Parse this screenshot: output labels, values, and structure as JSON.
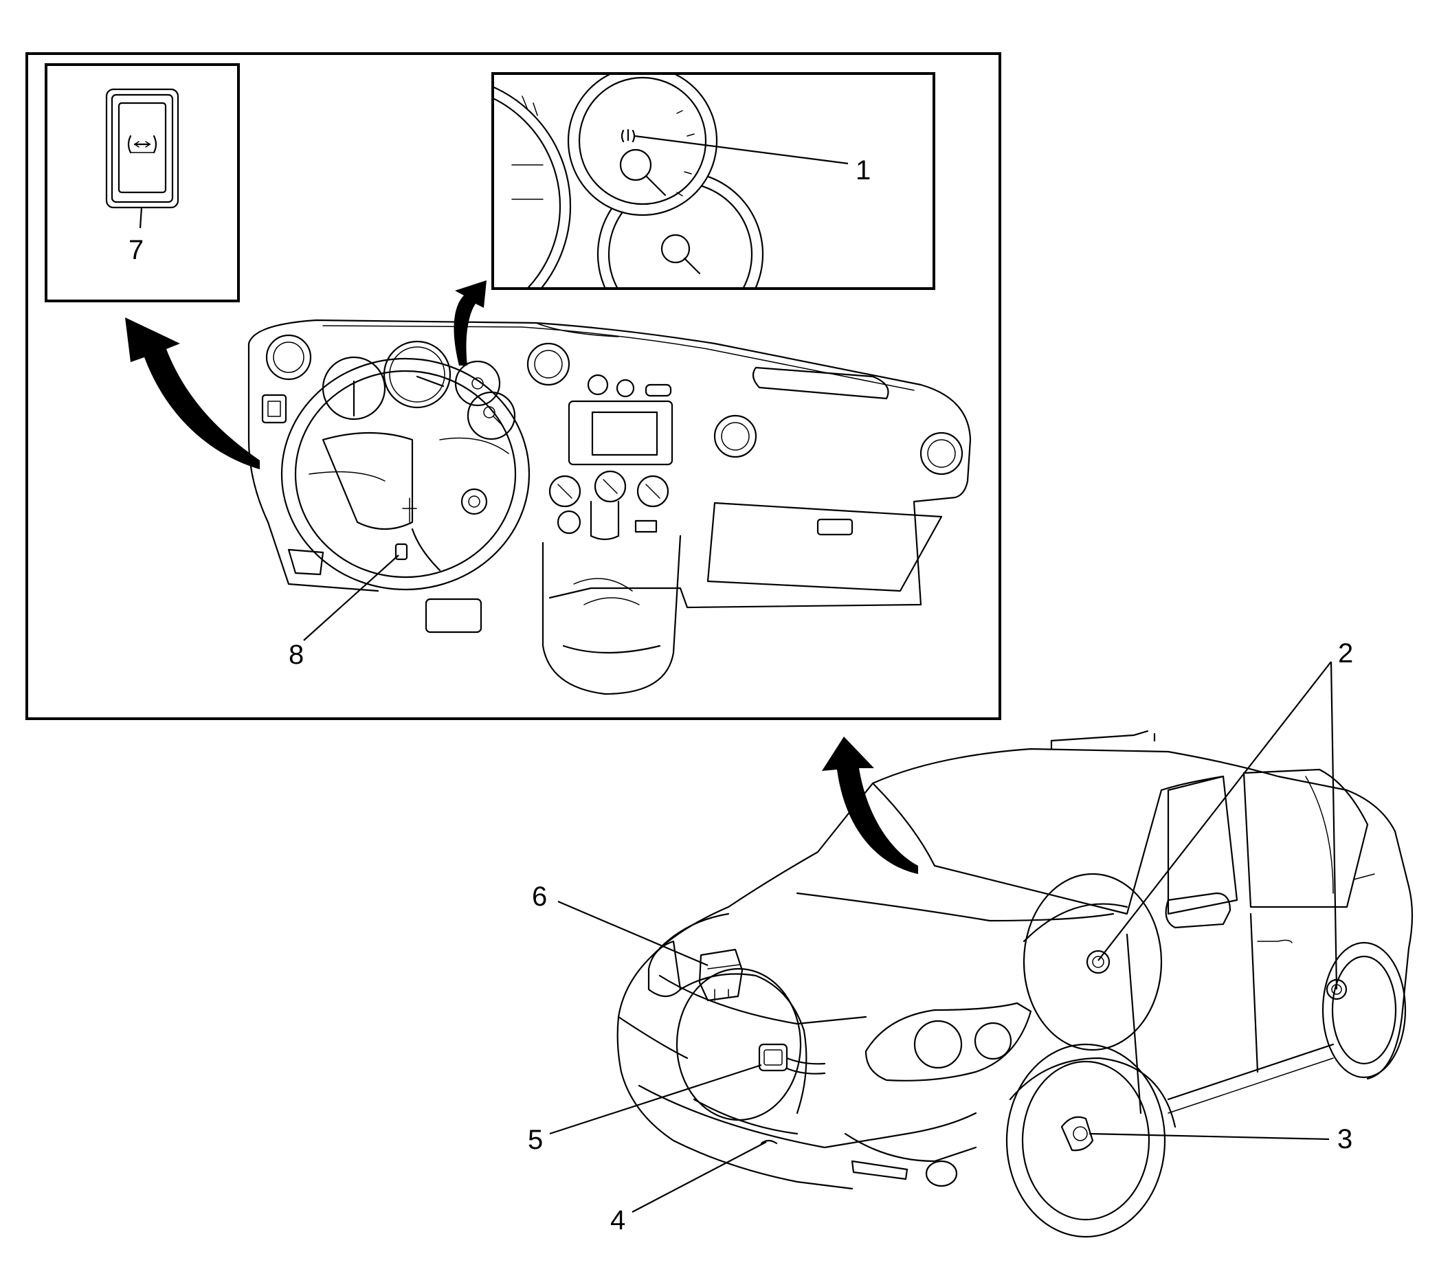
{
  "callouts": {
    "c1": "1",
    "c2": "2",
    "c3": "3",
    "c4": "4",
    "c5": "5",
    "c6": "6",
    "c7": "7",
    "c8": "8"
  },
  "icons": {
    "tire_pressure_switch": "tire-pressure-symbol",
    "tire_pressure_telltale": "tire-pressure-warning-lamp",
    "view_arrows": "curved-arrow"
  },
  "colors": {
    "line": "#000000",
    "background": "#ffffff"
  }
}
